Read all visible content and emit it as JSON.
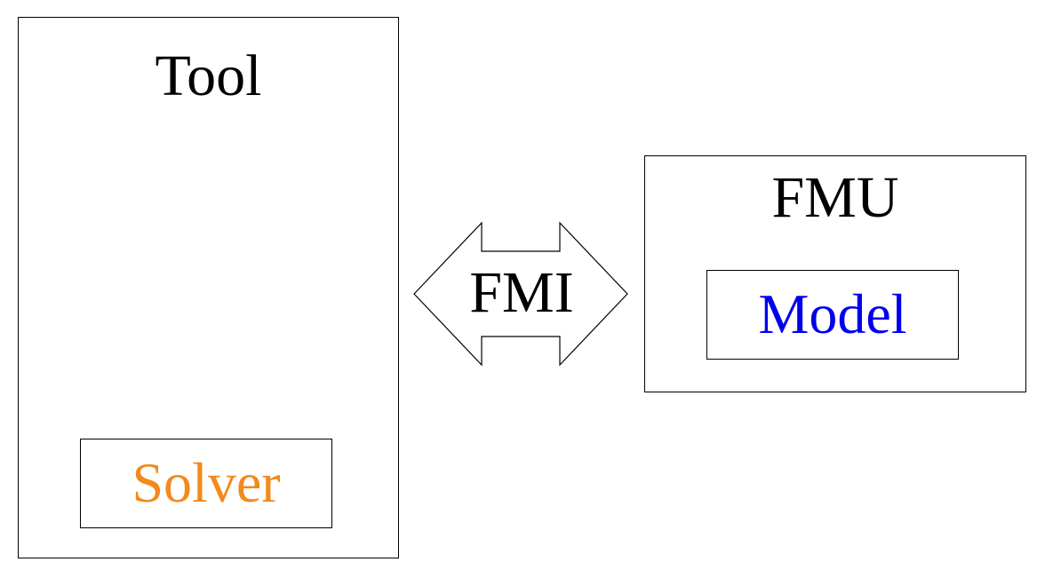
{
  "tool": {
    "title": "Tool"
  },
  "solver": {
    "label": "Solver",
    "color": "#f28a1c"
  },
  "fmi": {
    "label": "FMI"
  },
  "fmu": {
    "title": "FMU"
  },
  "model": {
    "label": "Model",
    "color": "#0000ee"
  }
}
